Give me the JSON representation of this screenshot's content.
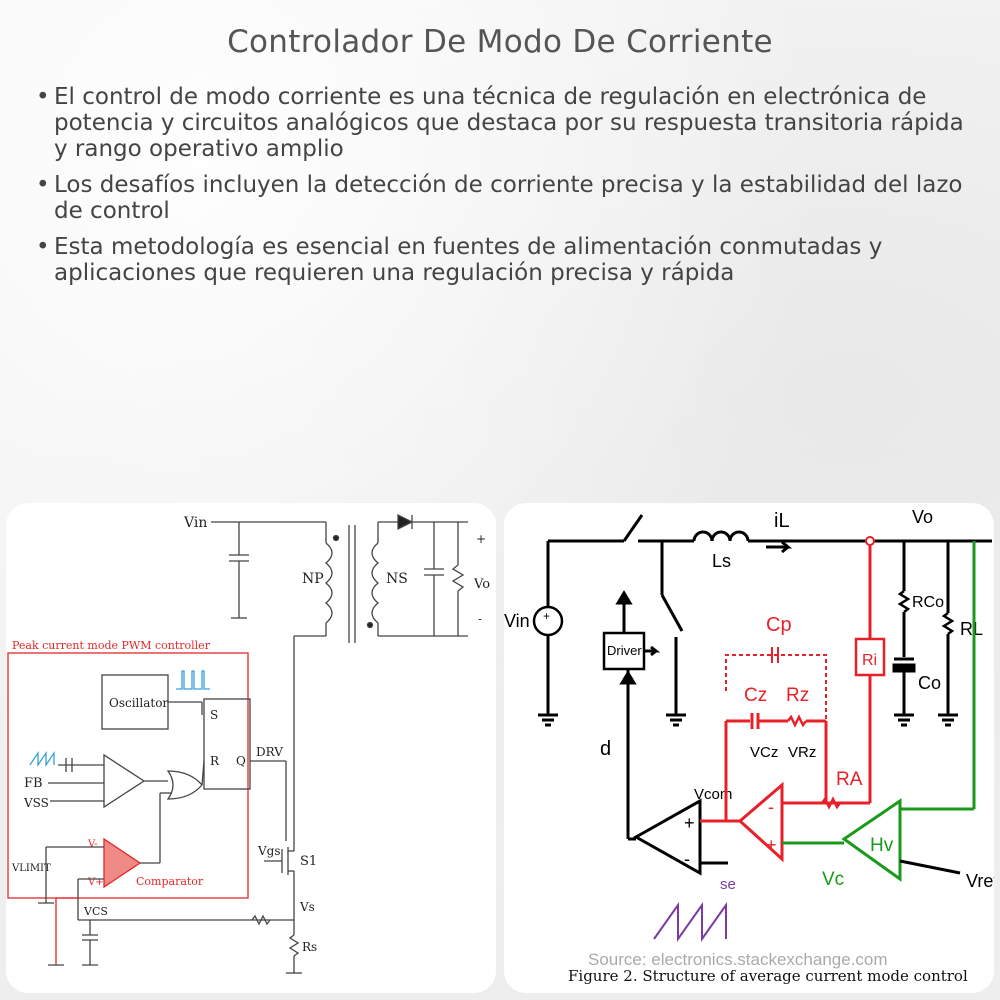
{
  "page": {
    "title": "Controlador De Modo De Corriente",
    "bullets": [
      "El control de modo corriente es una técnica de regulación en electrónica de potencia y circuitos analógicos que destaca por su respuesta transitoria rápida y rango operativo amplio",
      "Los desafíos incluyen la detección de corriente precisa y la estabilidad del lazo de control",
      "Esta metodología es esencial en fuentes de alimentación conmutadas y aplicaciones que requieren una regulación precisa y rápida"
    ]
  },
  "left_diagram": {
    "vin": "Vin",
    "np": "NP",
    "ns": "NS",
    "vo": "Vo",
    "plus": "+",
    "minus": "-",
    "controller_label": "Peak current mode PWM controller",
    "oscillator": "Oscillator",
    "s": "S",
    "r": "R",
    "q": "Q",
    "drv": "DRV",
    "fb": "FB",
    "vss": "VSS",
    "v_minus": "V-",
    "v_plus": "V+",
    "comparator": "Comparator",
    "vlimit": "VLIMIT",
    "vcs": "VCS",
    "vgs": "Vgs",
    "s1": "S1",
    "vs": "Vs",
    "rs": "Rs",
    "colors": {
      "red": "#e0282a",
      "blue": "#3aa0d8",
      "line": "#444444"
    }
  },
  "right_diagram": {
    "il": "iL",
    "vo": "Vo",
    "ls": "Ls",
    "vin": "Vin",
    "driver": "Driver",
    "cp": "Cp",
    "cz": "Cz",
    "rz": "Rz",
    "vcz": "VCz",
    "vrz": "VRz",
    "ri": "Ri",
    "rco": "RCo",
    "co": "Co",
    "rl": "RL",
    "d": "d",
    "vcom": "Vcom",
    "ra": "RA",
    "hv": "Hv",
    "vc": "Vc",
    "vref": "Vref",
    "se": "se",
    "source": "Source: electronics.stackexchange.com",
    "caption": "Figure 2. Structure of average current mode control",
    "colors": {
      "red": "#e8202a",
      "green": "#1a9a1a",
      "black": "#000000",
      "purple": "#7a3aa8"
    }
  }
}
